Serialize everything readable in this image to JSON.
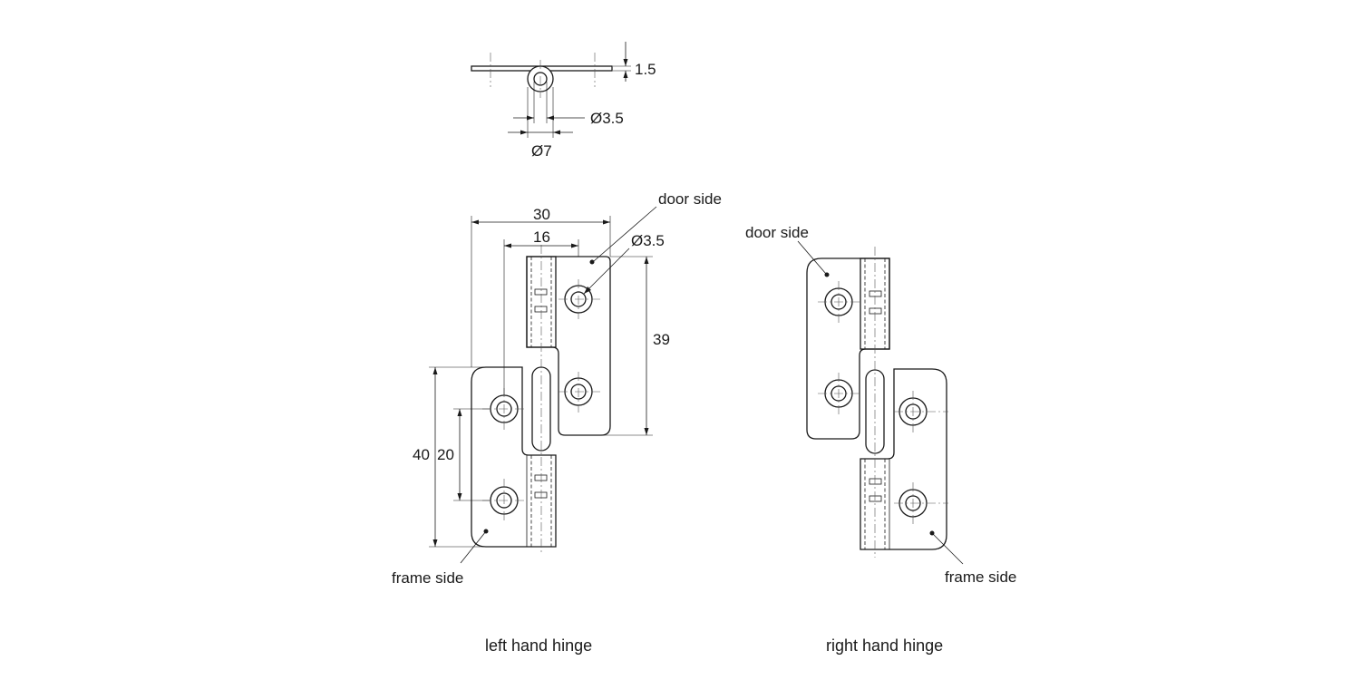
{
  "top_view": {
    "dim_thickness": "1.5",
    "dim_bore": "Ø3.5",
    "dim_knuckle": "Ø7"
  },
  "left_hinge": {
    "caption": "left hand hinge",
    "door_side": "door side",
    "frame_side": "frame side",
    "dim_width": "30",
    "dim_offset": "16",
    "dim_hole": "Ø3.5",
    "dim_door_height": "39",
    "dim_frame_height": "40",
    "dim_hole_spacing": "20"
  },
  "right_hinge": {
    "caption": "right hand hinge",
    "door_side": "door side",
    "frame_side": "frame side"
  }
}
